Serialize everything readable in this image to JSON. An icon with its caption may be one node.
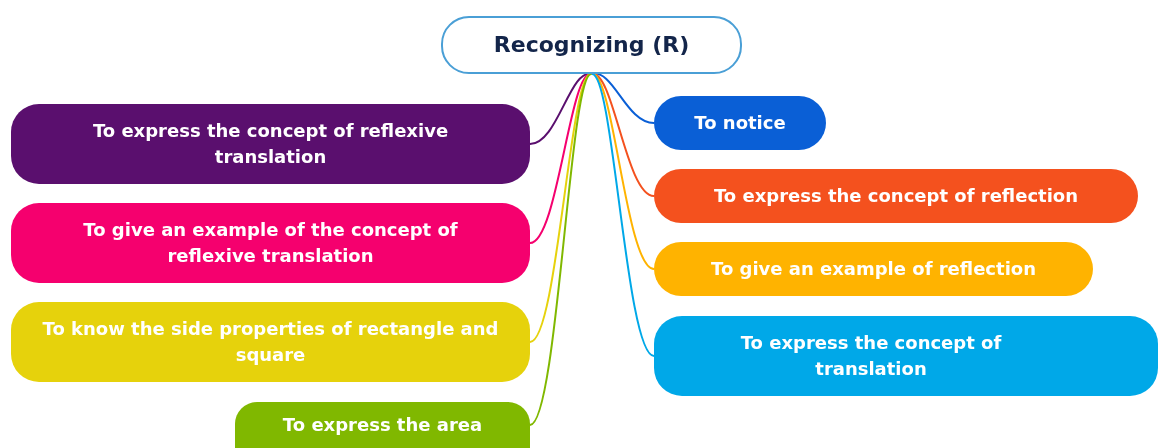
{
  "diagram": {
    "nodes": [
      {
        "text": [
          "Recognizing (R)"
        ]
      },
      {
        "text": [
          "To express the concept of reflexive translation"
        ]
      },
      {
        "text": [
          "To notice"
        ]
      },
      {
        "text": [
          "To express the concept of reflection"
        ]
      },
      {
        "text": [
          "To give an example of the concept of reflexive translation"
        ]
      },
      {
        "text": [
          "To give an example of reflection"
        ]
      },
      {
        "text": [
          "To know the side properties of rectangle and square"
        ]
      },
      {
        "text": [
          "To express the concept of translation"
        ]
      },
      {
        "text": [
          "To express the area"
        ]
      }
    ],
    "edges": [
      {
        "from": 0,
        "to": 1,
        "arrow": "none",
        "color": "#5a0f6e"
      },
      {
        "from": 0,
        "to": 2,
        "arrow": "none",
        "color": "#0a5fd6"
      },
      {
        "from": 0,
        "to": 3,
        "arrow": "none",
        "color": "#f4511e"
      },
      {
        "from": 0,
        "to": 4,
        "arrow": "none",
        "color": "#f5006e"
      },
      {
        "from": 0,
        "to": 5,
        "arrow": "none",
        "color": "#ffb300"
      },
      {
        "from": 0,
        "to": 6,
        "arrow": "none",
        "color": "#e6d20c"
      },
      {
        "from": 0,
        "to": 7,
        "arrow": "none",
        "color": "#00a8e8"
      },
      {
        "from": 0,
        "to": 8,
        "arrow": "none",
        "color": "#80b800"
      }
    ]
  }
}
